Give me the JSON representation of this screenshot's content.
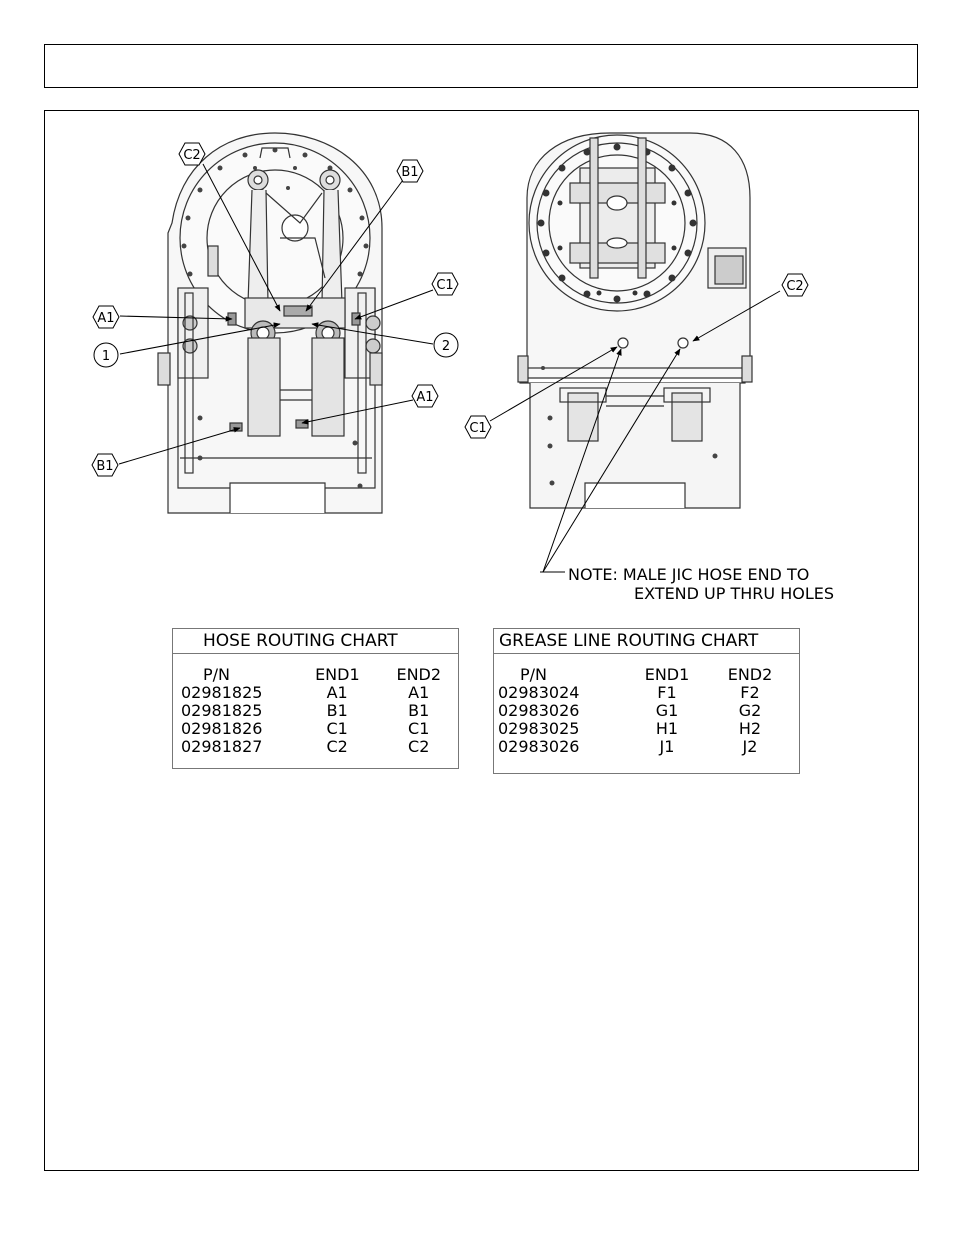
{
  "callouts": {
    "c2_left": "C2",
    "b1_top": "B1",
    "c1_left": "C1",
    "a1_left": "A1",
    "item_1": "1",
    "item_2": "2",
    "a1_lower": "A1",
    "b1_lower": "B1",
    "c2_right": "C2",
    "c1_right": "C1"
  },
  "note": {
    "line1": "NOTE:  MALE JIC HOSE END TO",
    "line2": "EXTEND UP THRU HOLES"
  },
  "hose_chart": {
    "title": "HOSE ROUTING CHART",
    "headers": {
      "pn": "P/N",
      "end1": "END1",
      "end2": "END2"
    },
    "rows": [
      {
        "pn": "02981825",
        "end1": "A1",
        "end2": "A1"
      },
      {
        "pn": "02981825",
        "end1": "B1",
        "end2": "B1"
      },
      {
        "pn": "02981826",
        "end1": "C1",
        "end2": "C1"
      },
      {
        "pn": "02981827",
        "end1": "C2",
        "end2": "C2"
      }
    ]
  },
  "grease_chart": {
    "title": "GREASE LINE ROUTING CHART",
    "headers": {
      "pn": "P/N",
      "end1": "END1",
      "end2": "END2"
    },
    "rows": [
      {
        "pn": "02983024",
        "end1": "F1",
        "end2": "F2"
      },
      {
        "pn": "02983026",
        "end1": "G1",
        "end2": "G2"
      },
      {
        "pn": "02983025",
        "end1": "H1",
        "end2": "H2"
      },
      {
        "pn": "02983026",
        "end1": "J1",
        "end2": "J2"
      }
    ]
  }
}
